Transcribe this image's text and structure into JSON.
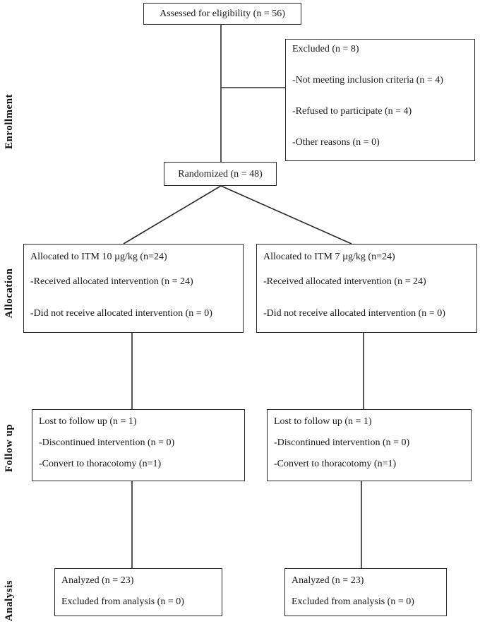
{
  "diagram": {
    "type": "consort-flowchart",
    "stages": {
      "enrollment": "Enrollment",
      "allocation": "Allocation",
      "follow_up": "Follow up",
      "analysis": "Analysis"
    },
    "boxes": {
      "assessed": {
        "title": "Assessed for eligibility (n = 56)"
      },
      "excluded": {
        "title": "Excluded (n = 8)",
        "items": [
          "-Not meeting inclusion criteria (n = 4)",
          "-Refused to participate (n = 4)",
          "-Other reasons (n = 0)"
        ]
      },
      "randomized": {
        "title": "Randomized (n = 48)"
      },
      "allocation_left": {
        "title": "Allocated to ITM 10 µg/kg (n=24)",
        "items": [
          "-Received allocated intervention (n = 24)",
          "-Did not receive allocated intervention (n = 0)"
        ]
      },
      "allocation_right": {
        "title": "Allocated to ITM 7 µg/kg (n=24)",
        "items": [
          "-Received allocated intervention (n = 24)",
          "-Did not receive allocated intervention (n = 0)"
        ]
      },
      "followup_left": {
        "title": "Lost to follow up (n = 1)",
        "items": [
          "-Discontinued intervention (n = 0)",
          "-Convert to thoracotomy (n=1)"
        ]
      },
      "followup_right": {
        "title": "Lost to follow up (n = 1)",
        "items": [
          "-Discontinued intervention (n = 0)",
          "-Convert to thoracotomy (n=1)"
        ]
      },
      "analysis_left": {
        "title": "Analyzed (n = 23)",
        "items": [
          "Excluded from analysis (n = 0)"
        ]
      },
      "analysis_right": {
        "title": "Analyzed (n = 23)",
        "items": [
          "Excluded from analysis (n = 0)"
        ]
      }
    },
    "colors": {
      "line": "#2b2b2b",
      "text": "#1a1a1a",
      "background": "#ffffff"
    }
  }
}
